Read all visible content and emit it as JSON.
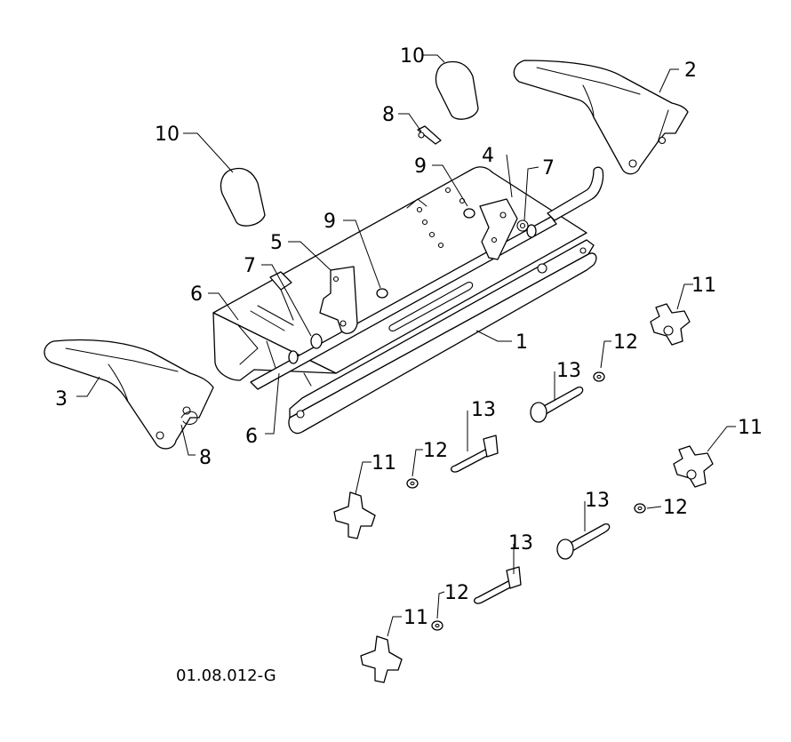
{
  "diagram": {
    "drawing_code": "01.08.012-G",
    "callouts": {
      "c1": "1",
      "c2": "2",
      "c3": "3",
      "c4": "4",
      "c5": "5",
      "c6a": "6",
      "c6b": "6",
      "c7a": "7",
      "c7b": "7",
      "c8a": "8",
      "c8b": "8",
      "c9a": "9",
      "c9b": "9",
      "c10a": "10",
      "c10b": "10",
      "c11a": "11",
      "c11b": "11",
      "c11c": "11",
      "c11d": "11",
      "c12a": "12",
      "c12b": "12",
      "c12c": "12",
      "c12d": "12",
      "c13a": "13",
      "c13b": "13",
      "c13c": "13",
      "c13d": "13"
    }
  }
}
